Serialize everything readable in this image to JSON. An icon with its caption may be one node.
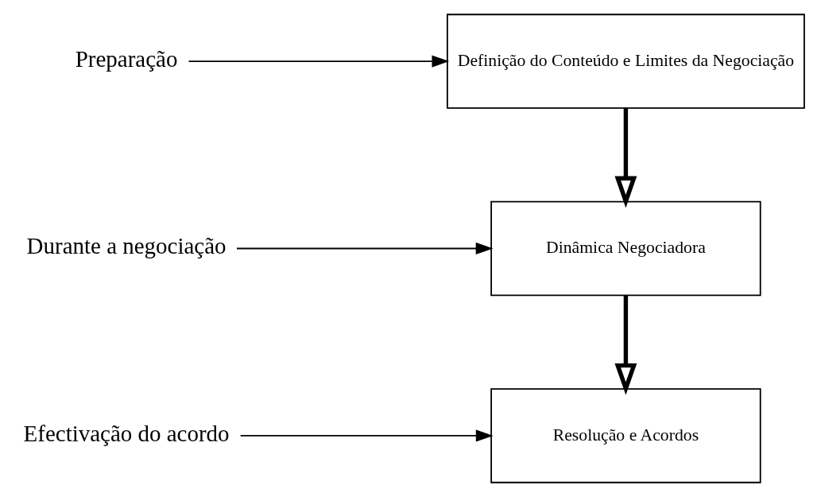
{
  "diagram": {
    "nodes": [
      {
        "text": [
          "Preparação"
        ]
      },
      {
        "text": [
          "Definição do Conteúdo e Limites da Negociação"
        ]
      },
      {
        "text": [
          "Durante a negociação"
        ]
      },
      {
        "text": [
          "Dinâmica Negociadora"
        ]
      },
      {
        "text": [
          "Efectivação do acordo"
        ]
      },
      {
        "text": [
          "Resolução e Acordos"
        ]
      }
    ],
    "edges": [
      {
        "from": 0,
        "to": 1,
        "arrow": "to"
      },
      {
        "from": 1,
        "to": 3,
        "arrow": "to",
        "style": "thick"
      },
      {
        "from": 2,
        "to": 3,
        "arrow": "to"
      },
      {
        "from": 3,
        "to": 5,
        "arrow": "to",
        "style": "thick"
      },
      {
        "from": 4,
        "to": 5,
        "arrow": "to"
      }
    ]
  }
}
